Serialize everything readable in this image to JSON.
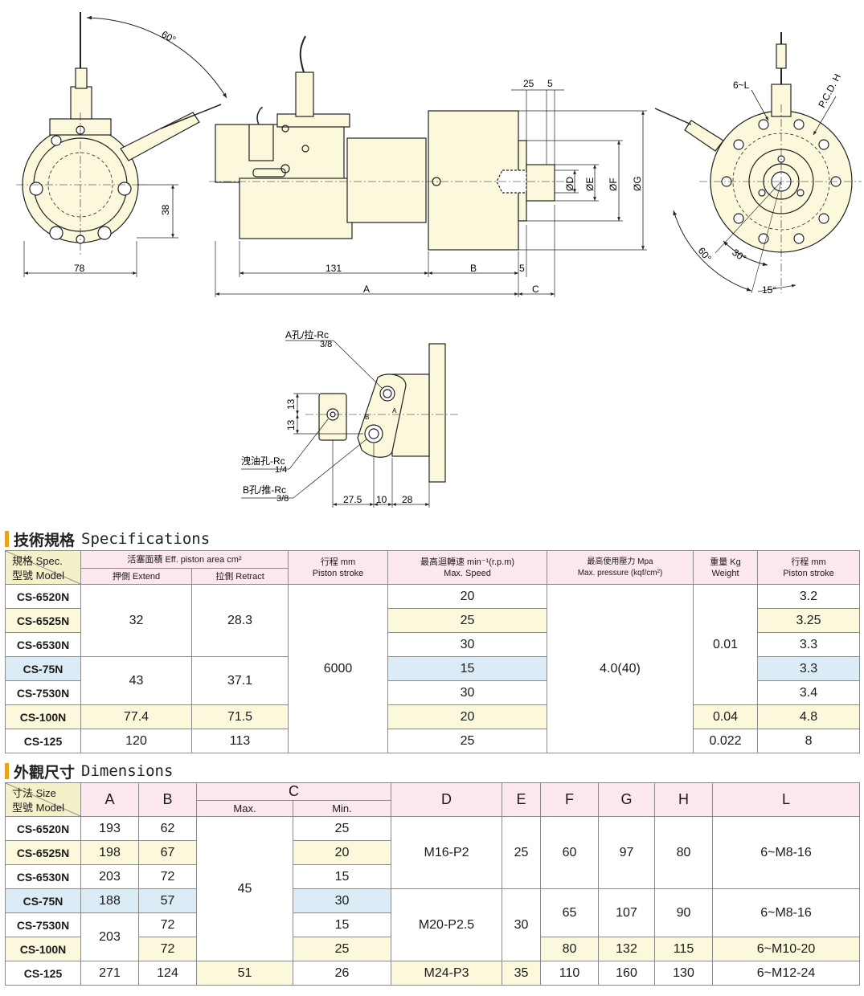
{
  "drawing_labels": {
    "angle60_top": "60°",
    "dim38": "38",
    "dim78": "78",
    "dim131": "131",
    "dimB": "B",
    "dim5a": "5",
    "dimA": "A",
    "dimC": "C",
    "dim25": "25",
    "dim5b": "5",
    "phiD": "ØD",
    "phiE": "ØE",
    "phiF": "ØF",
    "phiG": "ØG",
    "sixL": "6~L",
    "pcdh": "P.C.D. H",
    "ang60": "60°",
    "ang30": "30°",
    "ang15": "15°",
    "portA_1": "A孔/拉-Rc",
    "portA_2": "3/8",
    "drain_1": "洩油孔-Rc",
    "drain_2": "1/4",
    "portB_1": "B孔/推-Rc",
    "portB_2": "3/8",
    "d13a": "13",
    "d13b": "13",
    "d275": "27.5",
    "d10": "10",
    "d28": "28",
    "markA": "A",
    "markB": "B"
  },
  "specs": {
    "title_zh": "技術規格",
    "title_en": "Specifications",
    "corner_top": "規格 Spec.",
    "corner_bottom": "型號 Model",
    "h_area": "活塞面積 Eff. piston area cm²",
    "h_extend": "押側 Extend",
    "h_retract": "拉側 Retract",
    "h_stroke1_a": "行程 mm",
    "h_stroke1_b": "Piston stroke",
    "h_speed_a": "最高迴轉速 min⁻¹(r.p.m)",
    "h_speed_b": "Max. Speed",
    "h_press_a": "最高使用壓力 Mpa",
    "h_press_b": "Max. pressure (kqf/cm²)",
    "h_weight_a": "重量 Kg",
    "h_weight_b": "Weight",
    "h_stroke2_a": "行程 mm",
    "h_stroke2_b": "Piston stroke",
    "models": [
      "CS-6520N",
      "CS-6525N",
      "CS-6530N",
      "CS-75N",
      "CS-7530N",
      "CS-100N",
      "CS-125"
    ],
    "extend": [
      "32",
      "43",
      "77.4",
      "120"
    ],
    "retract": [
      "28.3",
      "37.1",
      "71.5",
      "113"
    ],
    "stroke1": "6000",
    "speed": [
      "20",
      "25",
      "30",
      "15",
      "30",
      "20",
      "25"
    ],
    "pressure": "4.0(40)",
    "weight": [
      "0.01",
      "0.04",
      "0.022"
    ],
    "stroke2": [
      "3.2",
      "3.25",
      "3.3",
      "3.3",
      "3.4",
      "4.8",
      "8"
    ]
  },
  "dims": {
    "title_zh": "外觀尺寸",
    "title_en": "Dimensions",
    "corner_top": "寸法 Size",
    "corner_bottom": "型號 Model",
    "h_A": "A",
    "h_B": "B",
    "h_C": "C",
    "h_Cmax": "Max.",
    "h_Cmin": "Min.",
    "h_D": "D",
    "h_E": "E",
    "h_F": "F",
    "h_G": "G",
    "h_H": "H",
    "h_L": "L",
    "models": [
      "CS-6520N",
      "CS-6525N",
      "CS-6530N",
      "CS-75N",
      "CS-7530N",
      "CS-100N",
      "CS-125"
    ],
    "A": [
      "193",
      "198",
      "203",
      "188",
      "203",
      "271"
    ],
    "B": [
      "62",
      "67",
      "72",
      "57",
      "72",
      "72",
      "124"
    ],
    "Cmax": [
      "45",
      "51"
    ],
    "Cmin": [
      "25",
      "20",
      "15",
      "30",
      "15",
      "25",
      "26"
    ],
    "D": [
      "M16-P2",
      "M20-P2.5",
      "M24-P3"
    ],
    "E": [
      "25",
      "30",
      "35"
    ],
    "F": [
      "60",
      "65",
      "80",
      "110"
    ],
    "G": [
      "97",
      "107",
      "132",
      "160"
    ],
    "H": [
      "80",
      "90",
      "115",
      "130"
    ],
    "L": [
      "6~M8-16",
      "6~M8-16",
      "6~M10-20",
      "6~M12-24"
    ]
  }
}
